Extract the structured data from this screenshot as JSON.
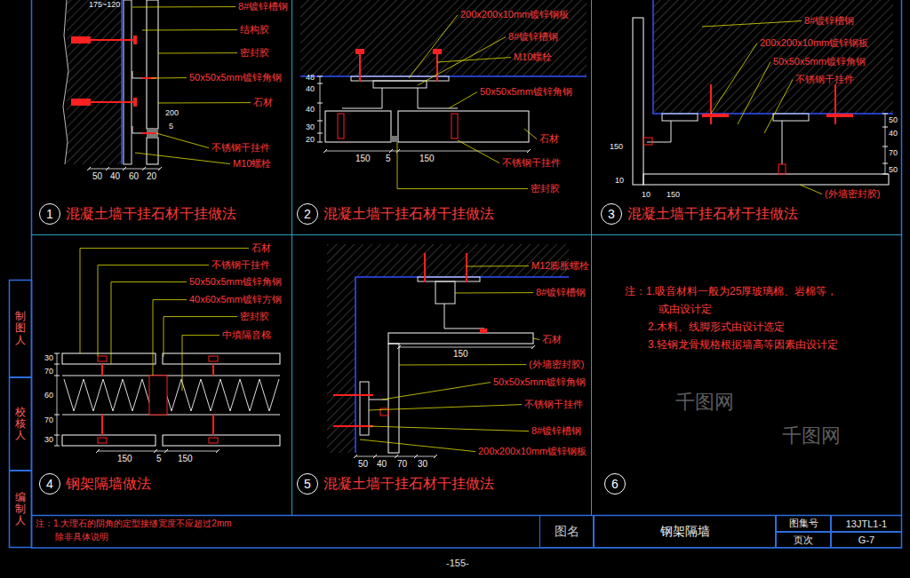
{
  "diagram": {
    "nodes": [
      {
        "text": [
          "1",
          "混凝土墙干挂石材干挂做法"
        ]
      },
      {
        "text": [
          "2",
          "混凝土墙干挂石材干挂做法"
        ]
      },
      {
        "text": [
          "3",
          "混凝土墙干挂石材干挂做法"
        ]
      },
      {
        "text": [
          "4",
          "钢架隔墙做法"
        ]
      },
      {
        "text": [
          "5",
          "混凝土墙干挂石材干挂做法"
        ]
      },
      {
        "text": [
          "6"
        ]
      },
      {
        "text": [
          "制图人"
        ]
      },
      {
        "text": [
          "校核人"
        ]
      },
      {
        "text": [
          "编制人"
        ]
      },
      {
        "text": [
          "图名"
        ]
      },
      {
        "text": [
          "钢架隔墙"
        ]
      },
      {
        "text": [
          "图集号"
        ]
      },
      {
        "text": [
          "13JTL1-1"
        ]
      },
      {
        "text": [
          "页次"
        ]
      },
      {
        "text": [
          "G-7"
        ]
      }
    ],
    "edges": [],
    "labels": [
      "175~120",
      "8#镀锌槽钢",
      "结构胶",
      "密封胶",
      "50x50x5mm镀锌角钢",
      "石材",
      "不锈钢干挂件",
      "M10螺栓",
      "200",
      "5",
      "50",
      "40",
      "60",
      "20",
      "200x200x10mm镀锌钢板",
      "8#镀锌槽钢",
      "M10螺栓",
      "50x50x5mm镀锌角钢",
      "石材",
      "不锈钢干挂件",
      "密封胶",
      "48",
      "40",
      "40",
      "30",
      "20",
      "150",
      "5",
      "150",
      "8#镀锌槽钢",
      "200x200x10mm镀锌钢板",
      "50x50x5mm镀锌角钢",
      "不锈钢干挂件",
      "(外墙密封胶)",
      "50",
      "40",
      "70",
      "50",
      "150",
      "10",
      "10",
      "150",
      "石材",
      "不锈钢干挂件",
      "50x50x5mm镀锌角钢",
      "40x60x5mm镀锌方钢",
      "密封胶",
      "中填隔音棉",
      "30",
      "70",
      "60",
      "70",
      "30",
      "150",
      "5",
      "150",
      "M12膨胀螺栓",
      "8#镀锌槽钢",
      "石材",
      "150",
      "(外墙密封胶)",
      "50x50x5mm镀锌角钢",
      "不锈钢干挂件",
      "8#镀锌槽钢",
      "200x200x10mm镀锌钢板",
      "50",
      "40",
      "70",
      "30",
      "注：1.吸音材料一般为25厚玻璃棉、岩棉等，",
      "或由设计定",
      "2.木料、线脚形式由设计选定",
      "3.轻钢龙骨规格根据墙高等因素由设计定",
      "千图网",
      "千图网",
      "注：1.大理石的阴角的定型接缝宽度不应超过2mm",
      "除非具体说明",
      "-155-"
    ]
  }
}
